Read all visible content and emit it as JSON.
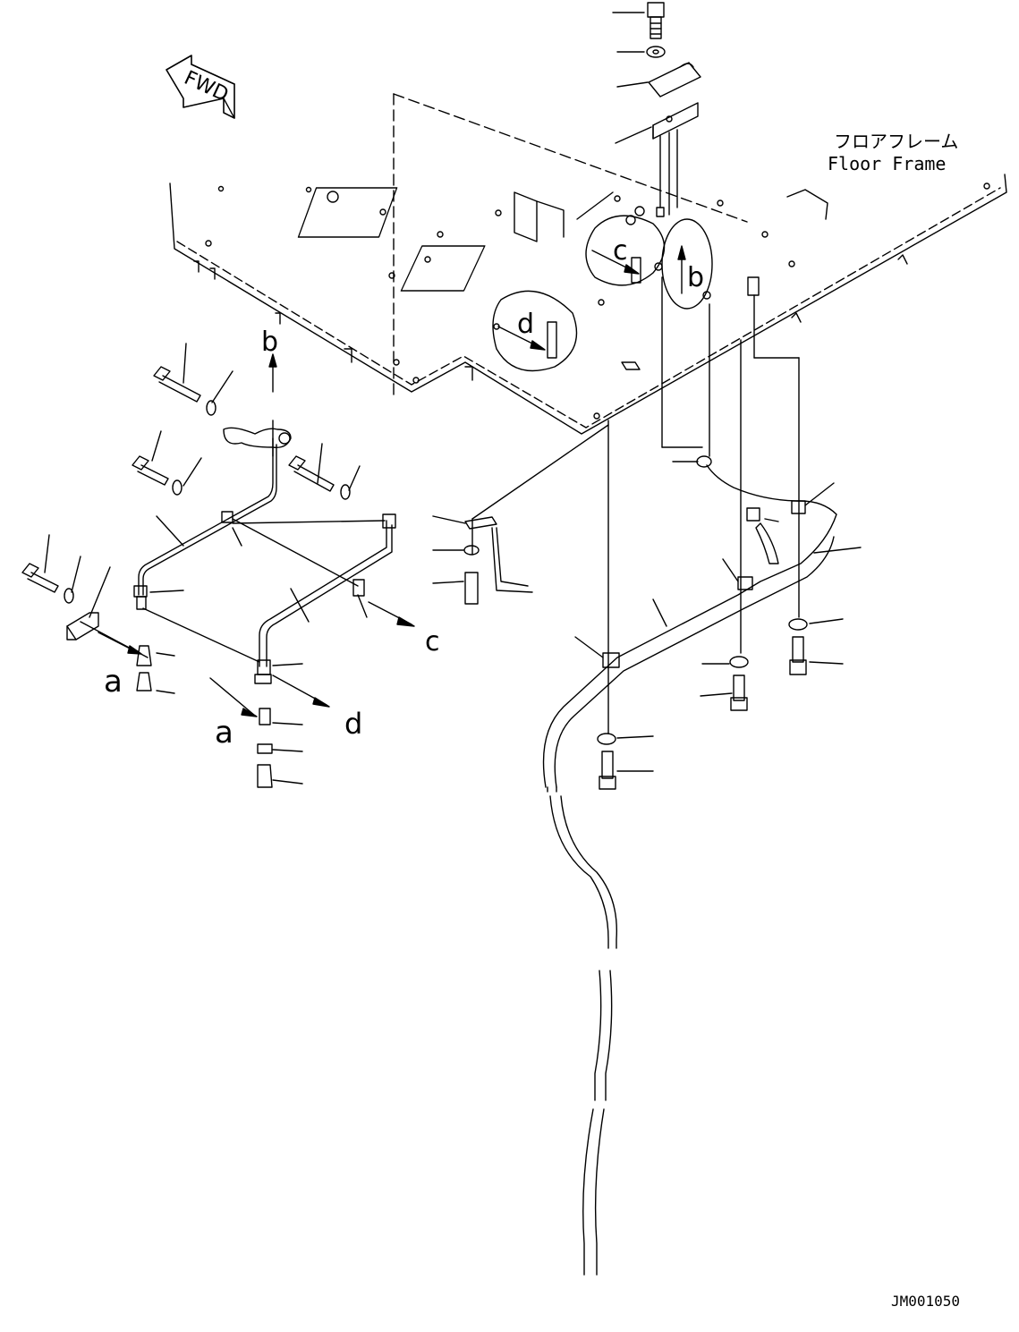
{
  "fwd_label": "FWD",
  "floor_frame": {
    "jp": "フロアフレーム",
    "en": "Floor Frame"
  },
  "callouts": {
    "a": "a",
    "b": "b",
    "c": "c",
    "d": "d"
  },
  "drawing_id": "JM001050"
}
